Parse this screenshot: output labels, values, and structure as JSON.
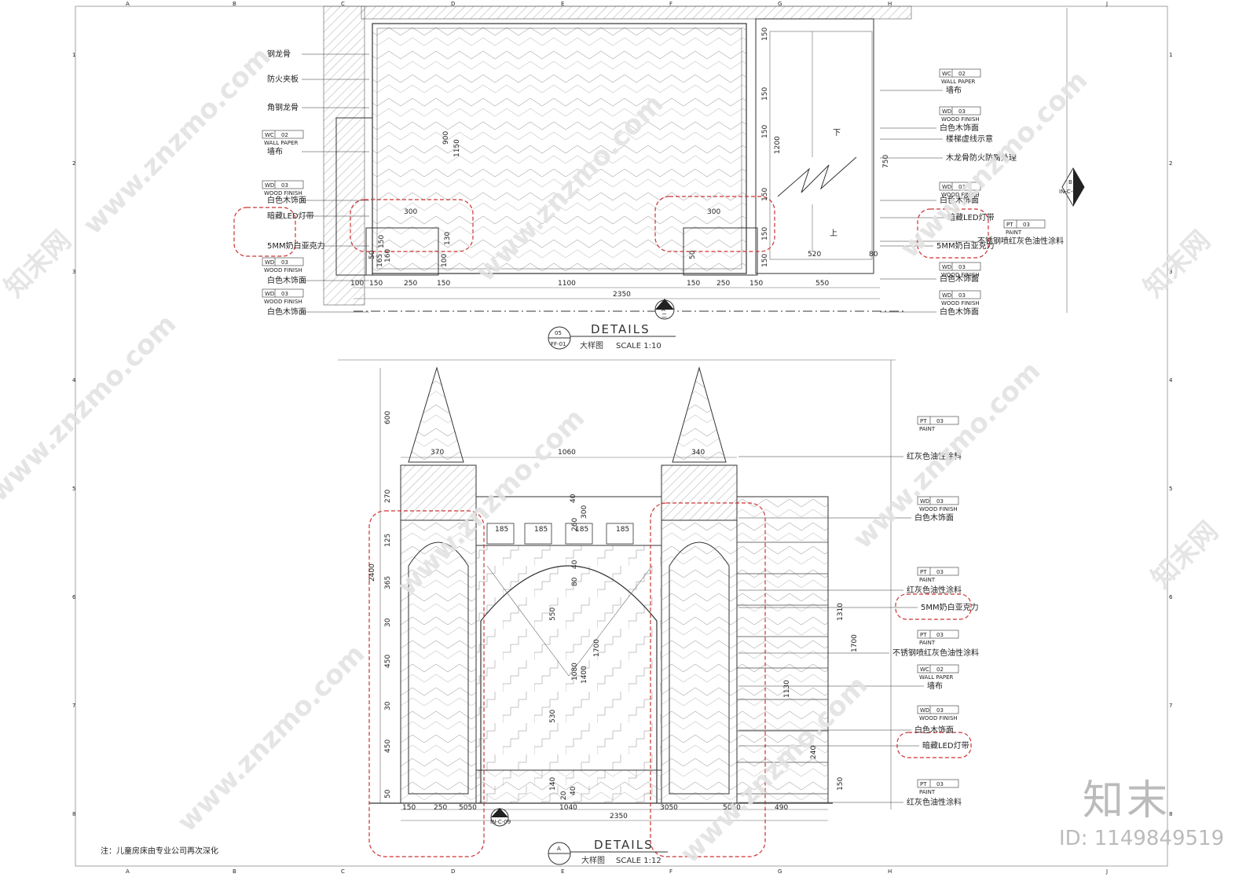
{
  "top_detail": {
    "number": "05",
    "ref": "FF-01",
    "title": "DETAILS",
    "subtitle": "大样图",
    "scale": "SCALE 1:10",
    "section_marker": "A",
    "section_sheet": "二",
    "side_marker": "B",
    "side_sheet": "IN-C-09",
    "left_labels": [
      "钢龙骨",
      "防火夹板",
      "角钢龙骨",
      "墙布",
      "白色木饰面",
      "暗藏LED灯带",
      "5MM奶白亚克力",
      "白色木饰面",
      "白色木饰面"
    ],
    "left_tags": [
      {
        "code": "WC",
        "num": "02",
        "en": "WALL PAPER"
      },
      {
        "code": "WD",
        "num": "03",
        "en": "WOOD FINISH"
      },
      {
        "code": "WD",
        "num": "03",
        "en": "WOOD FINISH"
      },
      {
        "code": "WD",
        "num": "03",
        "en": "WOOD FINISH"
      }
    ],
    "right_labels": [
      "墙布",
      "白色木饰面",
      "楼梯虚线示意",
      "木龙骨防火防腐处理",
      "白色木饰面",
      "暗藏LED灯带",
      "不锈钢喷红灰色油性涂料",
      "5MM奶白亚克力",
      "白色木饰面",
      "白色木饰面"
    ],
    "right_tags": [
      {
        "code": "WC",
        "num": "02",
        "en": "WALL PAPER"
      },
      {
        "code": "WD",
        "num": "03",
        "en": "WOOD FINISH"
      },
      {
        "code": "WD",
        "num": "03",
        "en": "WOOD FINISH"
      },
      {
        "code": "PT",
        "num": "03",
        "en": "PAINT"
      },
      {
        "code": "WD",
        "num": "03",
        "en": "WOOD FINISH"
      },
      {
        "code": "WD",
        "num": "03",
        "en": "WOOD FINISH"
      }
    ],
    "stair_down": "下",
    "stair_up": "上",
    "dims_bottom": [
      "100",
      "150",
      "250",
      "150",
      "1100",
      "150",
      "250",
      "150",
      "550"
    ],
    "dim_total": "2350",
    "dims_misc": [
      "300",
      "300",
      "520",
      "80",
      "900",
      "1150",
      "1200",
      "750",
      "150",
      "150",
      "150",
      "150",
      "150",
      "150",
      "150",
      "160",
      "165",
      "50",
      "50",
      "100",
      "130"
    ]
  },
  "bottom_detail": {
    "number": "A",
    "title": "DETAILS",
    "subtitle": "大样图",
    "scale": "SCALE 1:12",
    "section_marker": "a",
    "section_sheet": "IN-C-09",
    "note": "注：儿童房床由专业公司再次深化",
    "right_labels": [
      "红灰色油性涂料",
      "白色木饰面",
      "红灰色油性涂料",
      "5MM奶白亚克力",
      "不锈钢喷红灰色油性涂料",
      "墙布",
      "白色木饰面",
      "暗藏LED灯带",
      "红灰色油性涂料"
    ],
    "right_tags": [
      {
        "code": "PT",
        "num": "03",
        "en": "PAINT"
      },
      {
        "code": "WD",
        "num": "03",
        "en": "WOOD FINISH"
      },
      {
        "code": "PT",
        "num": "03",
        "en": "PAINT"
      },
      {
        "code": "PT",
        "num": "03",
        "en": "PAINT"
      },
      {
        "code": "WC",
        "num": "02",
        "en": "WALL PAPER"
      },
      {
        "code": "WD",
        "num": "03",
        "en": "WOOD FINISH"
      },
      {
        "code": "PT",
        "num": "03",
        "en": "PAINT"
      }
    ],
    "dims_top": [
      "370",
      "1060",
      "340"
    ],
    "dims_bottom": [
      "150",
      "250",
      "5050",
      "1040",
      "3050",
      "5050",
      "490"
    ],
    "dim_total": "2350",
    "dims_left": [
      "600",
      "270",
      "125",
      "365",
      "2400",
      "30",
      "450",
      "30",
      "450",
      "50"
    ],
    "dims_right": [
      "1310",
      "1700",
      "1130",
      "240",
      "150"
    ],
    "dims_misc": [
      "185",
      "185",
      "185",
      "185",
      "300",
      "260",
      "40",
      "80",
      "40",
      "550",
      "1700",
      "1400",
      "1080",
      "530",
      "140",
      "40",
      "20"
    ]
  },
  "watermark": {
    "site": "www.znzmo.com",
    "brand": "知末网",
    "logo": "知末",
    "id": "ID: 1149849519"
  },
  "frame": {
    "col_letters": [
      "A",
      "B",
      "C",
      "D",
      "E",
      "F",
      "G",
      "H",
      "J"
    ],
    "row_numbers": [
      "1",
      "2",
      "3",
      "4",
      "5",
      "6",
      "7",
      "8"
    ]
  }
}
